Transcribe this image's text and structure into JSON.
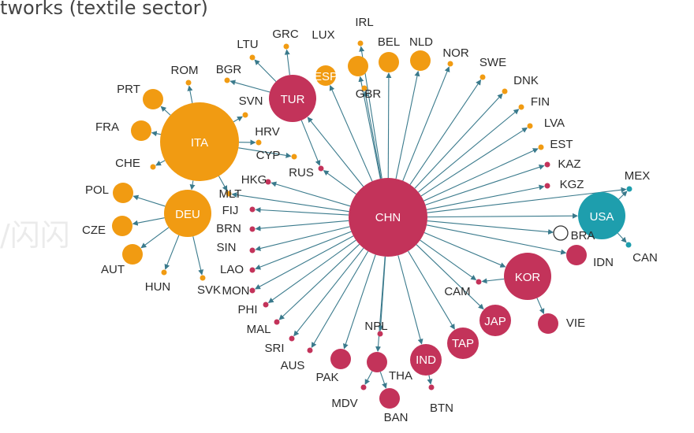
{
  "title": "tworks (textile sector)",
  "watermark": "/闪闪",
  "colors": {
    "europe": "#f19b12",
    "asia": "#c3335a",
    "america": "#1e9ead",
    "edge": "#3a7a8c"
  },
  "nodes": [
    {
      "id": "CHN",
      "group": "asia",
      "size": "hub"
    },
    {
      "id": "ITA",
      "group": "europe",
      "size": "hub"
    },
    {
      "id": "DEU",
      "group": "europe",
      "size": "large"
    },
    {
      "id": "TUR",
      "group": "asia",
      "size": "large"
    },
    {
      "id": "KOR",
      "group": "asia",
      "size": "large"
    },
    {
      "id": "USA",
      "group": "america",
      "size": "large"
    },
    {
      "id": "IND",
      "group": "asia",
      "size": "medium"
    },
    {
      "id": "TAP",
      "group": "asia",
      "size": "medium"
    },
    {
      "id": "JAP",
      "group": "asia",
      "size": "medium"
    },
    {
      "id": "ESP",
      "group": "europe",
      "size": "small"
    },
    {
      "id": "LUX",
      "group": "europe",
      "size": "small"
    },
    {
      "id": "BEL",
      "group": "europe",
      "size": "small"
    },
    {
      "id": "NLD",
      "group": "europe",
      "size": "small"
    },
    {
      "id": "IRL",
      "group": "europe",
      "size": "dot"
    },
    {
      "id": "GBR",
      "group": "europe",
      "size": "dot"
    },
    {
      "id": "GRC",
      "group": "europe",
      "size": "dot"
    },
    {
      "id": "LTU",
      "group": "europe",
      "size": "dot"
    },
    {
      "id": "NOR",
      "group": "europe",
      "size": "dot"
    },
    {
      "id": "SWE",
      "group": "europe",
      "size": "dot"
    },
    {
      "id": "DNK",
      "group": "europe",
      "size": "dot"
    },
    {
      "id": "FIN",
      "group": "europe",
      "size": "dot"
    },
    {
      "id": "LVA",
      "group": "europe",
      "size": "dot"
    },
    {
      "id": "EST",
      "group": "europe",
      "size": "dot"
    },
    {
      "id": "KAZ",
      "group": "asia",
      "size": "dot"
    },
    {
      "id": "KGZ",
      "group": "asia",
      "size": "dot"
    },
    {
      "id": "MEX",
      "group": "america",
      "size": "dot"
    },
    {
      "id": "CAN",
      "group": "america",
      "size": "dot"
    },
    {
      "id": "BRA",
      "group": "america",
      "size": "ring"
    },
    {
      "id": "IDN",
      "group": "asia",
      "size": "small"
    },
    {
      "id": "VIE",
      "group": "asia",
      "size": "small"
    },
    {
      "id": "CAM",
      "group": "asia",
      "size": "dot"
    },
    {
      "id": "BTN",
      "group": "asia",
      "size": "dot"
    },
    {
      "id": "BAN",
      "group": "asia",
      "size": "small"
    },
    {
      "id": "THA",
      "group": "asia",
      "size": "small"
    },
    {
      "id": "MDV",
      "group": "asia",
      "size": "dot"
    },
    {
      "id": "NPL",
      "group": "asia",
      "size": "dot"
    },
    {
      "id": "PAK",
      "group": "asia",
      "size": "small"
    },
    {
      "id": "AUS",
      "group": "asia",
      "size": "dot"
    },
    {
      "id": "SRI",
      "group": "asia",
      "size": "dot"
    },
    {
      "id": "MAL",
      "group": "asia",
      "size": "dot"
    },
    {
      "id": "PHI",
      "group": "asia",
      "size": "dot"
    },
    {
      "id": "MON",
      "group": "asia",
      "size": "dot"
    },
    {
      "id": "LAO",
      "group": "asia",
      "size": "dot"
    },
    {
      "id": "SIN",
      "group": "asia",
      "size": "dot"
    },
    {
      "id": "BRN",
      "group": "asia",
      "size": "dot"
    },
    {
      "id": "FIJ",
      "group": "asia",
      "size": "dot"
    },
    {
      "id": "MLT",
      "group": "europe",
      "size": "dot"
    },
    {
      "id": "HKG",
      "group": "asia",
      "size": "dot"
    },
    {
      "id": "RUS",
      "group": "asia",
      "size": "dot"
    },
    {
      "id": "CYP",
      "group": "europe",
      "size": "dot"
    },
    {
      "id": "HRV",
      "group": "europe",
      "size": "dot"
    },
    {
      "id": "SVN",
      "group": "europe",
      "size": "dot"
    },
    {
      "id": "BGR",
      "group": "europe",
      "size": "dot"
    },
    {
      "id": "ROM",
      "group": "europe",
      "size": "dot"
    },
    {
      "id": "PRT",
      "group": "europe",
      "size": "small"
    },
    {
      "id": "FRA",
      "group": "europe",
      "size": "small"
    },
    {
      "id": "CHE",
      "group": "europe",
      "size": "dot"
    },
    {
      "id": "POL",
      "group": "europe",
      "size": "small"
    },
    {
      "id": "CZE",
      "group": "europe",
      "size": "small"
    },
    {
      "id": "AUT",
      "group": "europe",
      "size": "small"
    },
    {
      "id": "HUN",
      "group": "europe",
      "size": "dot"
    },
    {
      "id": "SVK",
      "group": "europe",
      "size": "dot"
    }
  ],
  "edges": [
    [
      "CHN",
      "TUR"
    ],
    [
      "CHN",
      "ESP"
    ],
    [
      "CHN",
      "LUX"
    ],
    [
      "CHN",
      "BEL"
    ],
    [
      "CHN",
      "NLD"
    ],
    [
      "CHN",
      "NOR"
    ],
    [
      "CHN",
      "SWE"
    ],
    [
      "CHN",
      "DNK"
    ],
    [
      "CHN",
      "FIN"
    ],
    [
      "CHN",
      "LVA"
    ],
    [
      "CHN",
      "EST"
    ],
    [
      "CHN",
      "KAZ"
    ],
    [
      "CHN",
      "KGZ"
    ],
    [
      "CHN",
      "MEX"
    ],
    [
      "CHN",
      "USA"
    ],
    [
      "CHN",
      "BRA"
    ],
    [
      "CHN",
      "IDN"
    ],
    [
      "CHN",
      "KOR"
    ],
    [
      "CHN",
      "CAM"
    ],
    [
      "CHN",
      "JAP"
    ],
    [
      "CHN",
      "TAP"
    ],
    [
      "CHN",
      "IND"
    ],
    [
      "CHN",
      "THA"
    ],
    [
      "CHN",
      "NPL"
    ],
    [
      "CHN",
      "PAK"
    ],
    [
      "CHN",
      "AUS"
    ],
    [
      "CHN",
      "SRI"
    ],
    [
      "CHN",
      "MAL"
    ],
    [
      "CHN",
      "PHI"
    ],
    [
      "CHN",
      "MON"
    ],
    [
      "CHN",
      "LAO"
    ],
    [
      "CHN",
      "SIN"
    ],
    [
      "CHN",
      "BRN"
    ],
    [
      "CHN",
      "FIJ"
    ],
    [
      "CHN",
      "MLT"
    ],
    [
      "CHN",
      "HKG"
    ],
    [
      "CHN",
      "RUS"
    ],
    [
      "CHN",
      "GBR"
    ],
    [
      "CHN",
      "IRL"
    ],
    [
      "TUR",
      "GRC"
    ],
    [
      "TUR",
      "LTU"
    ],
    [
      "TUR",
      "BGR"
    ],
    [
      "TUR",
      "RUS"
    ],
    [
      "ITA",
      "ROM"
    ],
    [
      "ITA",
      "PRT"
    ],
    [
      "ITA",
      "FRA"
    ],
    [
      "ITA",
      "CHE"
    ],
    [
      "ITA",
      "SVN"
    ],
    [
      "ITA",
      "HRV"
    ],
    [
      "ITA",
      "CYP"
    ],
    [
      "ITA",
      "MLT"
    ],
    [
      "ITA",
      "DEU"
    ],
    [
      "DEU",
      "POL"
    ],
    [
      "DEU",
      "CZE"
    ],
    [
      "DEU",
      "AUT"
    ],
    [
      "DEU",
      "HUN"
    ],
    [
      "DEU",
      "SVK"
    ],
    [
      "USA",
      "MEX"
    ],
    [
      "USA",
      "CAN"
    ],
    [
      "KOR",
      "VIE"
    ],
    [
      "KOR",
      "CAM"
    ],
    [
      "IND",
      "BTN"
    ],
    [
      "THA",
      "MDV"
    ],
    [
      "THA",
      "BAN"
    ]
  ]
}
